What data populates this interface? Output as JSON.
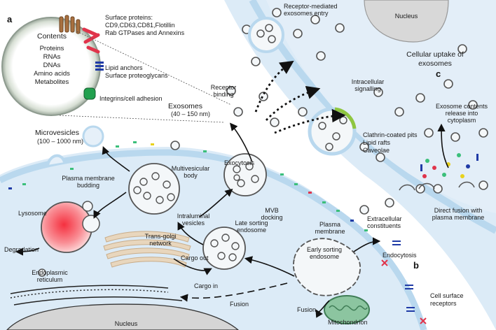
{
  "panels": {
    "a": "a",
    "b": "b",
    "c": "c"
  },
  "exosome_detail": {
    "contents_title": "Contents",
    "contents_items": [
      "Proteins",
      "RNAs",
      "DNAs",
      "Amino acids",
      "Metabolites"
    ],
    "surface_proteins": "Surface proteins:",
    "surface_proteins_list": "CD9,CD63,CD81,Flotillin",
    "rab": "Rab GTPases and Annexins",
    "lipid_anchors": "Lipid anchors",
    "surface_proteoglycans": "Surface proteoglycans",
    "integrins": "Integrins/cell adhesion"
  },
  "labels": {
    "exosomes": "Exosomes",
    "exosomes_size": "(40 – 150 nm)",
    "microvesicles": "Microvesicles",
    "microvesicles_size": "(100 – 1000 nm)",
    "plasma_membrane_budding_1": "Plasma membrane",
    "plasma_membrane_budding_2": "budding",
    "multivesicular_1": "Multivesicular",
    "multivesicular_2": "body",
    "exocytosis": "Exocytosis",
    "mvb_docking_1": "MVB",
    "mvb_docking_2": "docking",
    "lysosome": "Lysosome",
    "degradation": "Degradation",
    "intraluminal_1": "Intraluminal",
    "intraluminal_2": "vesicles",
    "late_sorting_1": "Late sorting",
    "late_sorting_2": "endosome",
    "trans_golgi_1": "Trans-golgi",
    "trans_golgi_2": "network",
    "cargo_out": "Cargo out",
    "cargo_in": "Cargo in",
    "plasma_membrane_1": "Plasma",
    "plasma_membrane_2": "membrane",
    "extracellular_1": "Extracellular",
    "extracellular_2": "constituents",
    "early_sorting_1": "Early sorting",
    "early_sorting_2": "endosome",
    "endocytosis": "Endocytosis",
    "er_1": "Endoplasmic",
    "er_2": "reticulum",
    "fusion_1": "Fusion",
    "fusion_2": "Fusion",
    "mitochondrion": "Mitochondrion",
    "nucleus_bottom": "Nucleus",
    "nucleus_top": "Nucleus",
    "cell_surface_1": "Cell surface",
    "cell_surface_2": "receptors",
    "receptor_mediated_1": "Receptor-mediated",
    "receptor_mediated_2": "exosomes entry",
    "intracellular_1": "Intracellular",
    "intracellular_2": "signalling",
    "receptor_binding_1": "Receptor",
    "receptor_binding_2": "binding",
    "uptake_1": "Cellular uptake of",
    "uptake_2": "exosomes",
    "clathrin_1": "Clathrin-coated pits",
    "clathrin_2": "Lipid rafts",
    "clathrin_3": "Caveolae",
    "release_1": "Exosome contents",
    "release_2": "release into",
    "release_3": "cytoplasm",
    "direct_fusion_1": "Direct fusion with",
    "direct_fusion_2": "plasma membrane"
  },
  "colors": {
    "cytoplasm": "#dcebf7",
    "membrane": "#b9d8ee",
    "vesicle": "#f4f7f9",
    "vesicle_rim": "#7a7f84",
    "receptor_red": "#e0344b",
    "receptor_blue": "#1f3aa6",
    "cargo_yellow": "#e8d21c",
    "cargo_green": "#3bbf7a",
    "lysosome": "#f25a6a"
  }
}
